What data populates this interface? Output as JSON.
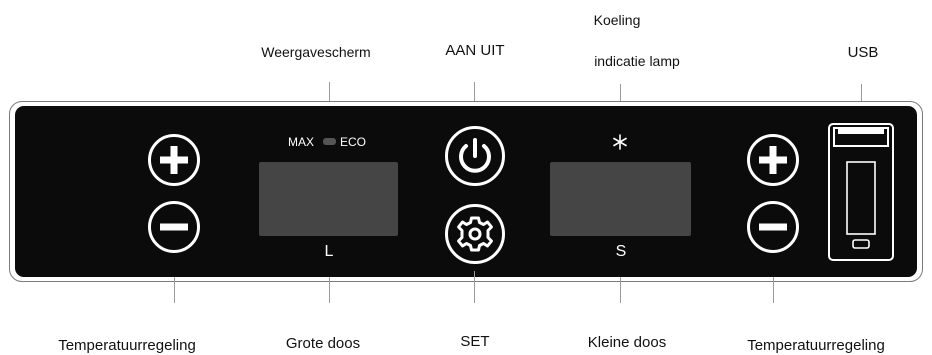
{
  "labels": {
    "display": "Weergavescherm",
    "power": "AAN UIT",
    "cooling_line1": "Koeling",
    "cooling_line2": "indicatie lamp",
    "usb": "USB",
    "temp_left": "Temperatuurregeling",
    "large_box": "Grote doos",
    "set": "SET",
    "small_box": "Kleine doos",
    "temp_right": "Temperatuurregeling"
  },
  "panel": {
    "mode_max": "MAX",
    "mode_eco": "ECO",
    "left_screen_letter": "L",
    "right_screen_letter": "S"
  },
  "icons": [
    "plus-icon",
    "minus-icon",
    "power-icon",
    "gear-icon",
    "snowflake-icon",
    "usb-port-icon"
  ],
  "colors": {
    "panel": "#0b0b0b",
    "screen": "#454545",
    "outline": "#ffffff"
  }
}
